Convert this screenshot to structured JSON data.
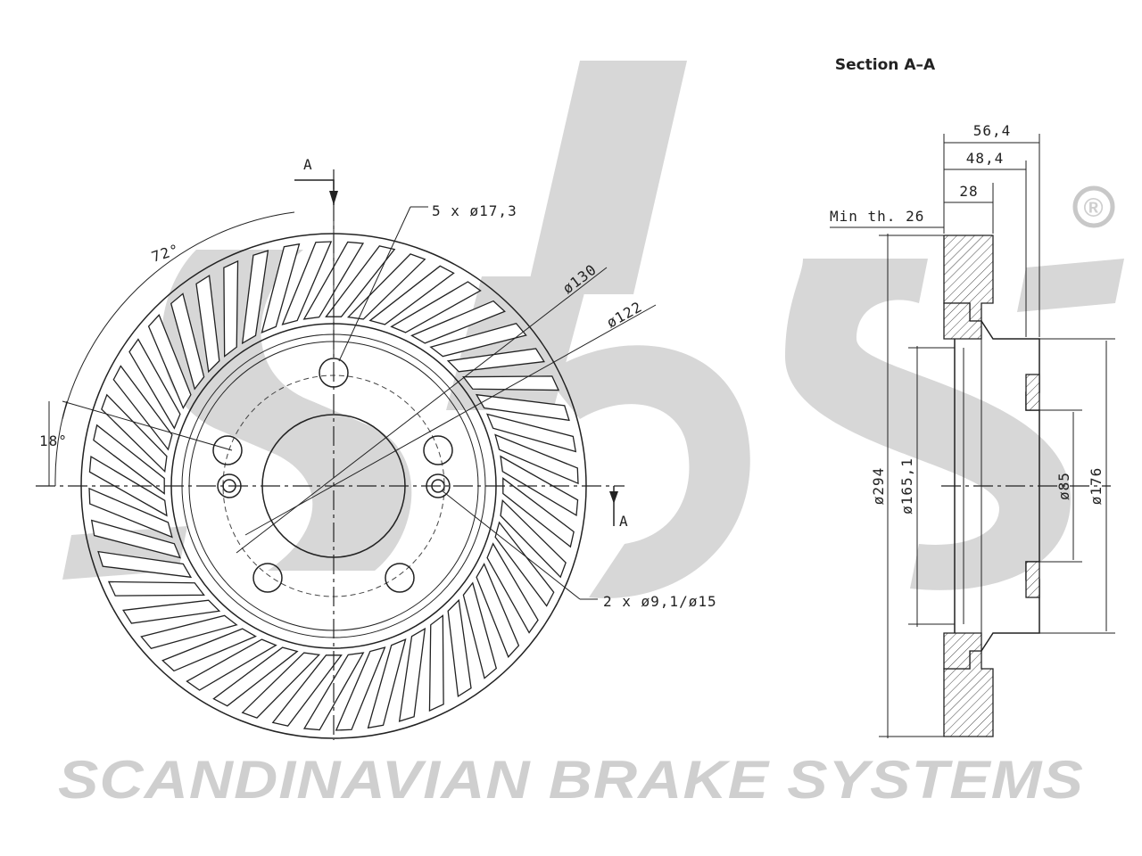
{
  "title": "Section A–A",
  "brand": {
    "tagline": "SCANDINAVIAN BRAKE SYSTEMS",
    "registered_mark": "®",
    "watermark_logo": "sbs"
  },
  "front_view": {
    "section_marker_top": "A",
    "section_marker_right": "A",
    "angle_pitch": "72°",
    "angle_offset": "18°",
    "bolt_holes": "5 x ø17,3",
    "pcd_outer": "ø130",
    "pcd_inner": "ø122",
    "pin_holes": "2 x ø9,1/ø15"
  },
  "section_view": {
    "overall_height": "56,4",
    "hat_depth": "48,4",
    "thickness": "28",
    "min_thickness": "Min th. 26",
    "outer_diameter": "ø294",
    "hat_outer_diameter": "ø165,1",
    "center_bore": "ø85",
    "mounting_diameter": "ø176"
  }
}
